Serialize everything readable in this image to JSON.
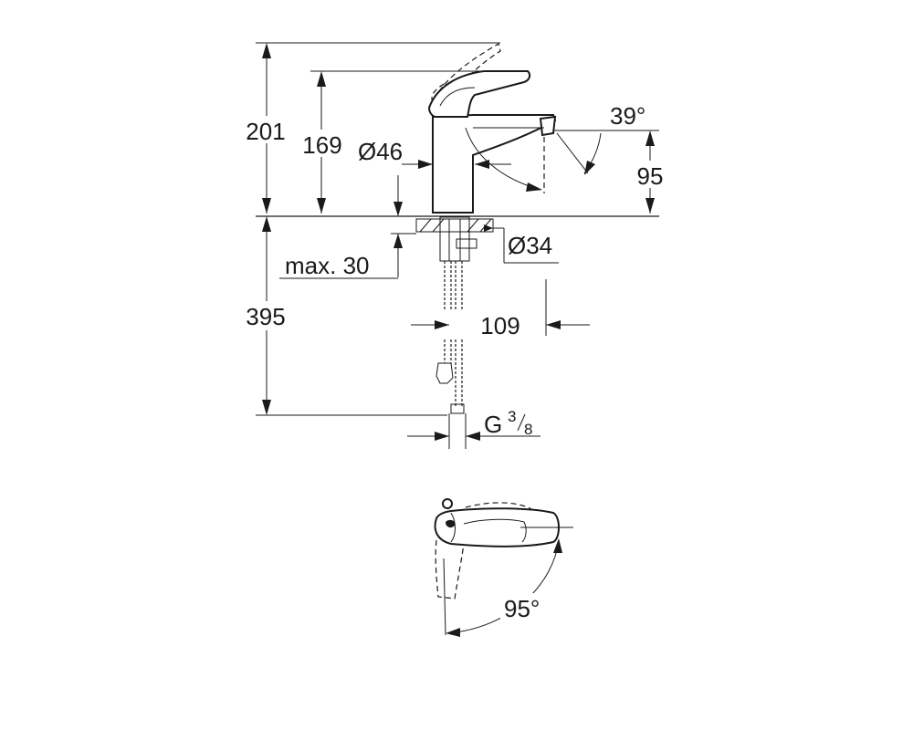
{
  "labels": {
    "height_total": "201",
    "height_spout": "169",
    "diameter_body": "Ø46",
    "spout_angle": "39°",
    "spout_height": "95",
    "diameter_hole": "Ø34",
    "max_thickness": "max. 30",
    "hose_length": "395",
    "projection": "109",
    "thread_letter": "G",
    "thread_num": "3",
    "thread_den": "8",
    "rotation_angle": "95°"
  }
}
